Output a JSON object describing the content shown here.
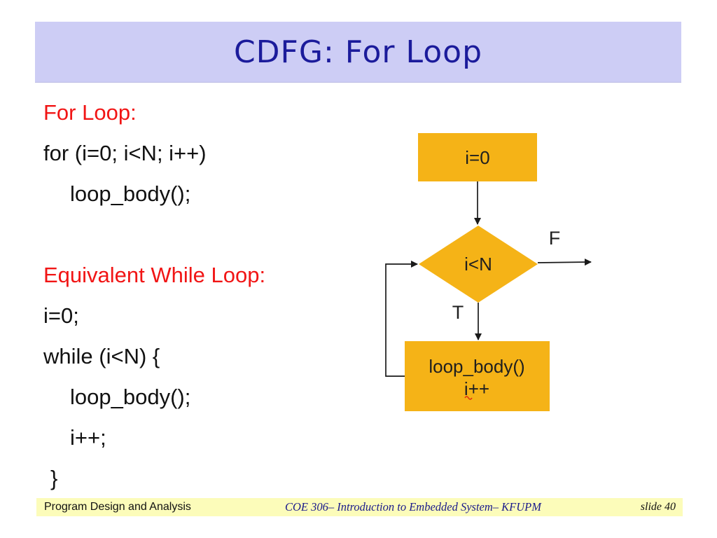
{
  "title": "CDFG: For Loop",
  "code": {
    "lines": [
      "For Loop:",
      "for (i=0; i<N; i++)",
      "loop_body();",
      "Equivalent While Loop:",
      "i=0;",
      "while (i<N) {",
      "loop_body();",
      "i++;",
      "}"
    ]
  },
  "flowchart": {
    "init_label": "i=0",
    "condition_label": "i<N",
    "false_label": "F",
    "true_label": "T",
    "body_label_line1": "loop_body()",
    "body_label_line2": "i++"
  },
  "footer": {
    "left_text": "Program Design and Analysis",
    "center_text": "COE 306– Introduction to Embedded System– KFUPM",
    "right_text": "slide 40"
  },
  "colors": {
    "title_background": "#cdcdf5",
    "title_text": "#1b1b9b",
    "heading_red": "#f11515",
    "node_orange": "#f5b317",
    "footer_background": "#fcfcba",
    "footer_center_text": "#1a1a8c",
    "squiggle_red": "#e03010"
  }
}
